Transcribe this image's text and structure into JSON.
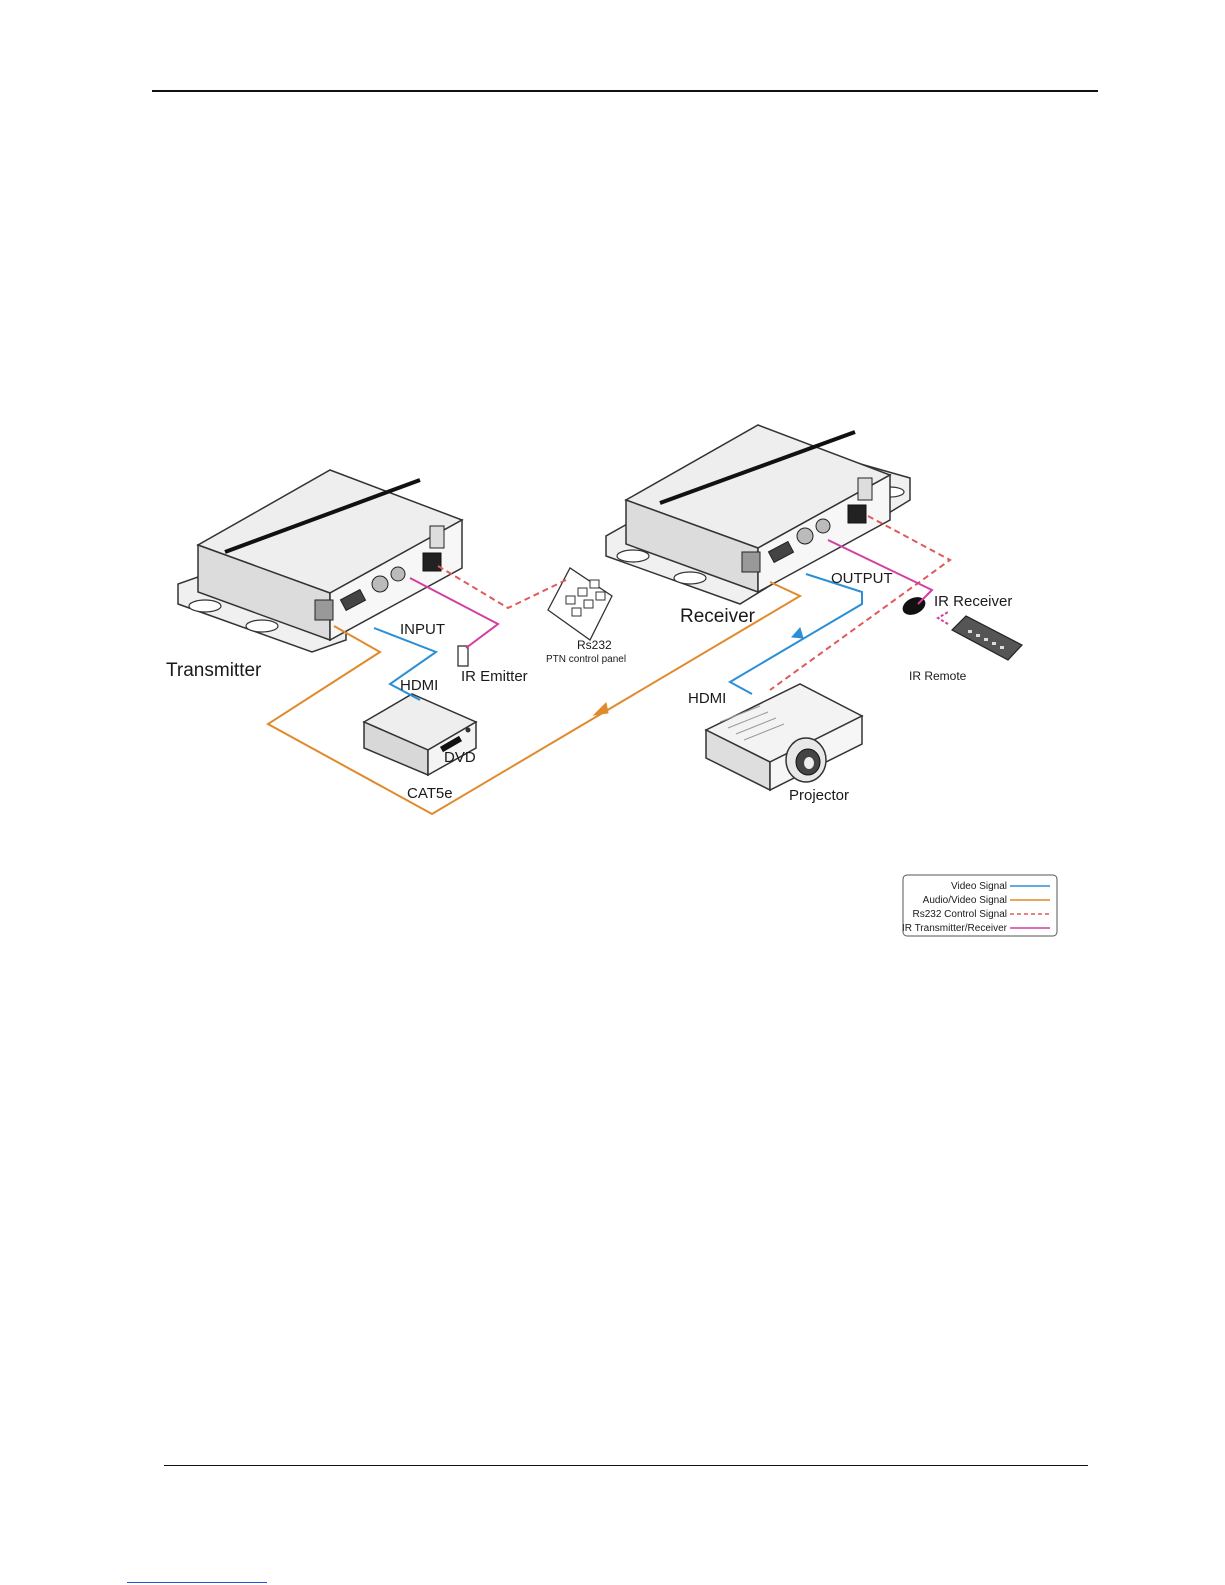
{
  "labels": {
    "transmitter": "Transmitter",
    "receiver": "Receiver",
    "input": "INPUT",
    "output": "OUTPUT",
    "hdmi_tx": "HDMI",
    "hdmi_rx": "HDMI",
    "ir_emitter": "IR Emitter",
    "ir_receiver": "IR Receiver",
    "ir_remote": "IR Remote",
    "rs232": "Rs232",
    "ptn_panel": "PTN control panel",
    "dvd": "DVD",
    "cat5e": "CAT5e",
    "projector": "Projector"
  },
  "legend": [
    {
      "label": "Video Signal",
      "color": "#2b8fd6",
      "style": "solid"
    },
    {
      "label": "Audio/Video Signal",
      "color": "#e08a2c",
      "style": "solid"
    },
    {
      "label": "Rs232 Control Signal",
      "color": "#e05a5a",
      "style": "dashed"
    },
    {
      "label": "IR Transmitter/Receiver",
      "color": "#d33fa0",
      "style": "solid"
    }
  ],
  "colors": {
    "video": "#2b8fd6",
    "audio_video": "#e08a2c",
    "rs232": "#e05a5a",
    "ir": "#d33fa0"
  }
}
